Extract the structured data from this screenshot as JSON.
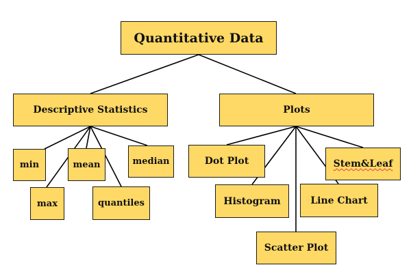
{
  "diagram": {
    "root": "Quantitative Data",
    "descriptive": {
      "label": "Descriptive Statistics",
      "children": {
        "min": "min",
        "max": "max",
        "mean": "mean",
        "quantiles": "quantiles",
        "median": "median"
      }
    },
    "plots": {
      "label": "Plots",
      "children": {
        "dot_plot": "Dot Plot",
        "histogram": "Histogram",
        "scatter_plot": "Scatter Plot",
        "line_chart": "Line Chart",
        "stem_leaf": "Stem&Leaf"
      }
    }
  },
  "colors": {
    "node_fill": "#FFD966",
    "node_border": "#1a1a1a",
    "connector": "#000000"
  }
}
